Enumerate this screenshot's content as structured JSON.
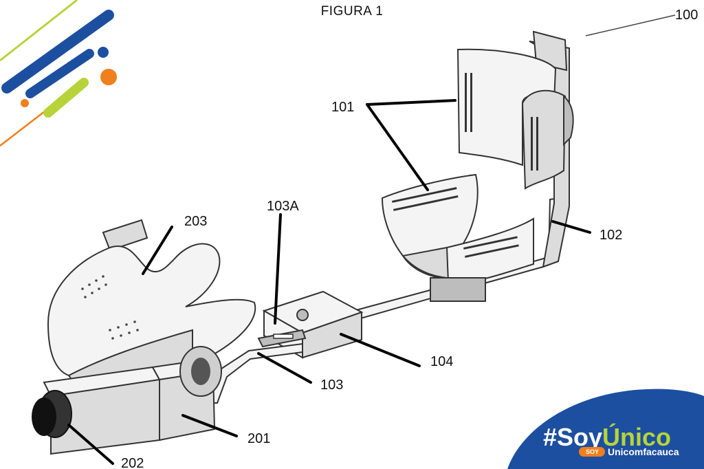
{
  "figure": {
    "title": "FIGURA 1",
    "labels": {
      "l100": "100",
      "l101": "101",
      "l102": "102",
      "l103": "103",
      "l103a": "103A",
      "l104": "104",
      "l201": "201",
      "l202": "202",
      "l203": "203"
    }
  },
  "brand": {
    "hashtag": "#Soy",
    "highlight": "Único",
    "badge": "SOY",
    "institution": "Unicomfacauca",
    "colors": {
      "blue": "#1d4fa0",
      "green": "#b6d43a",
      "orange": "#f07f1e"
    }
  }
}
